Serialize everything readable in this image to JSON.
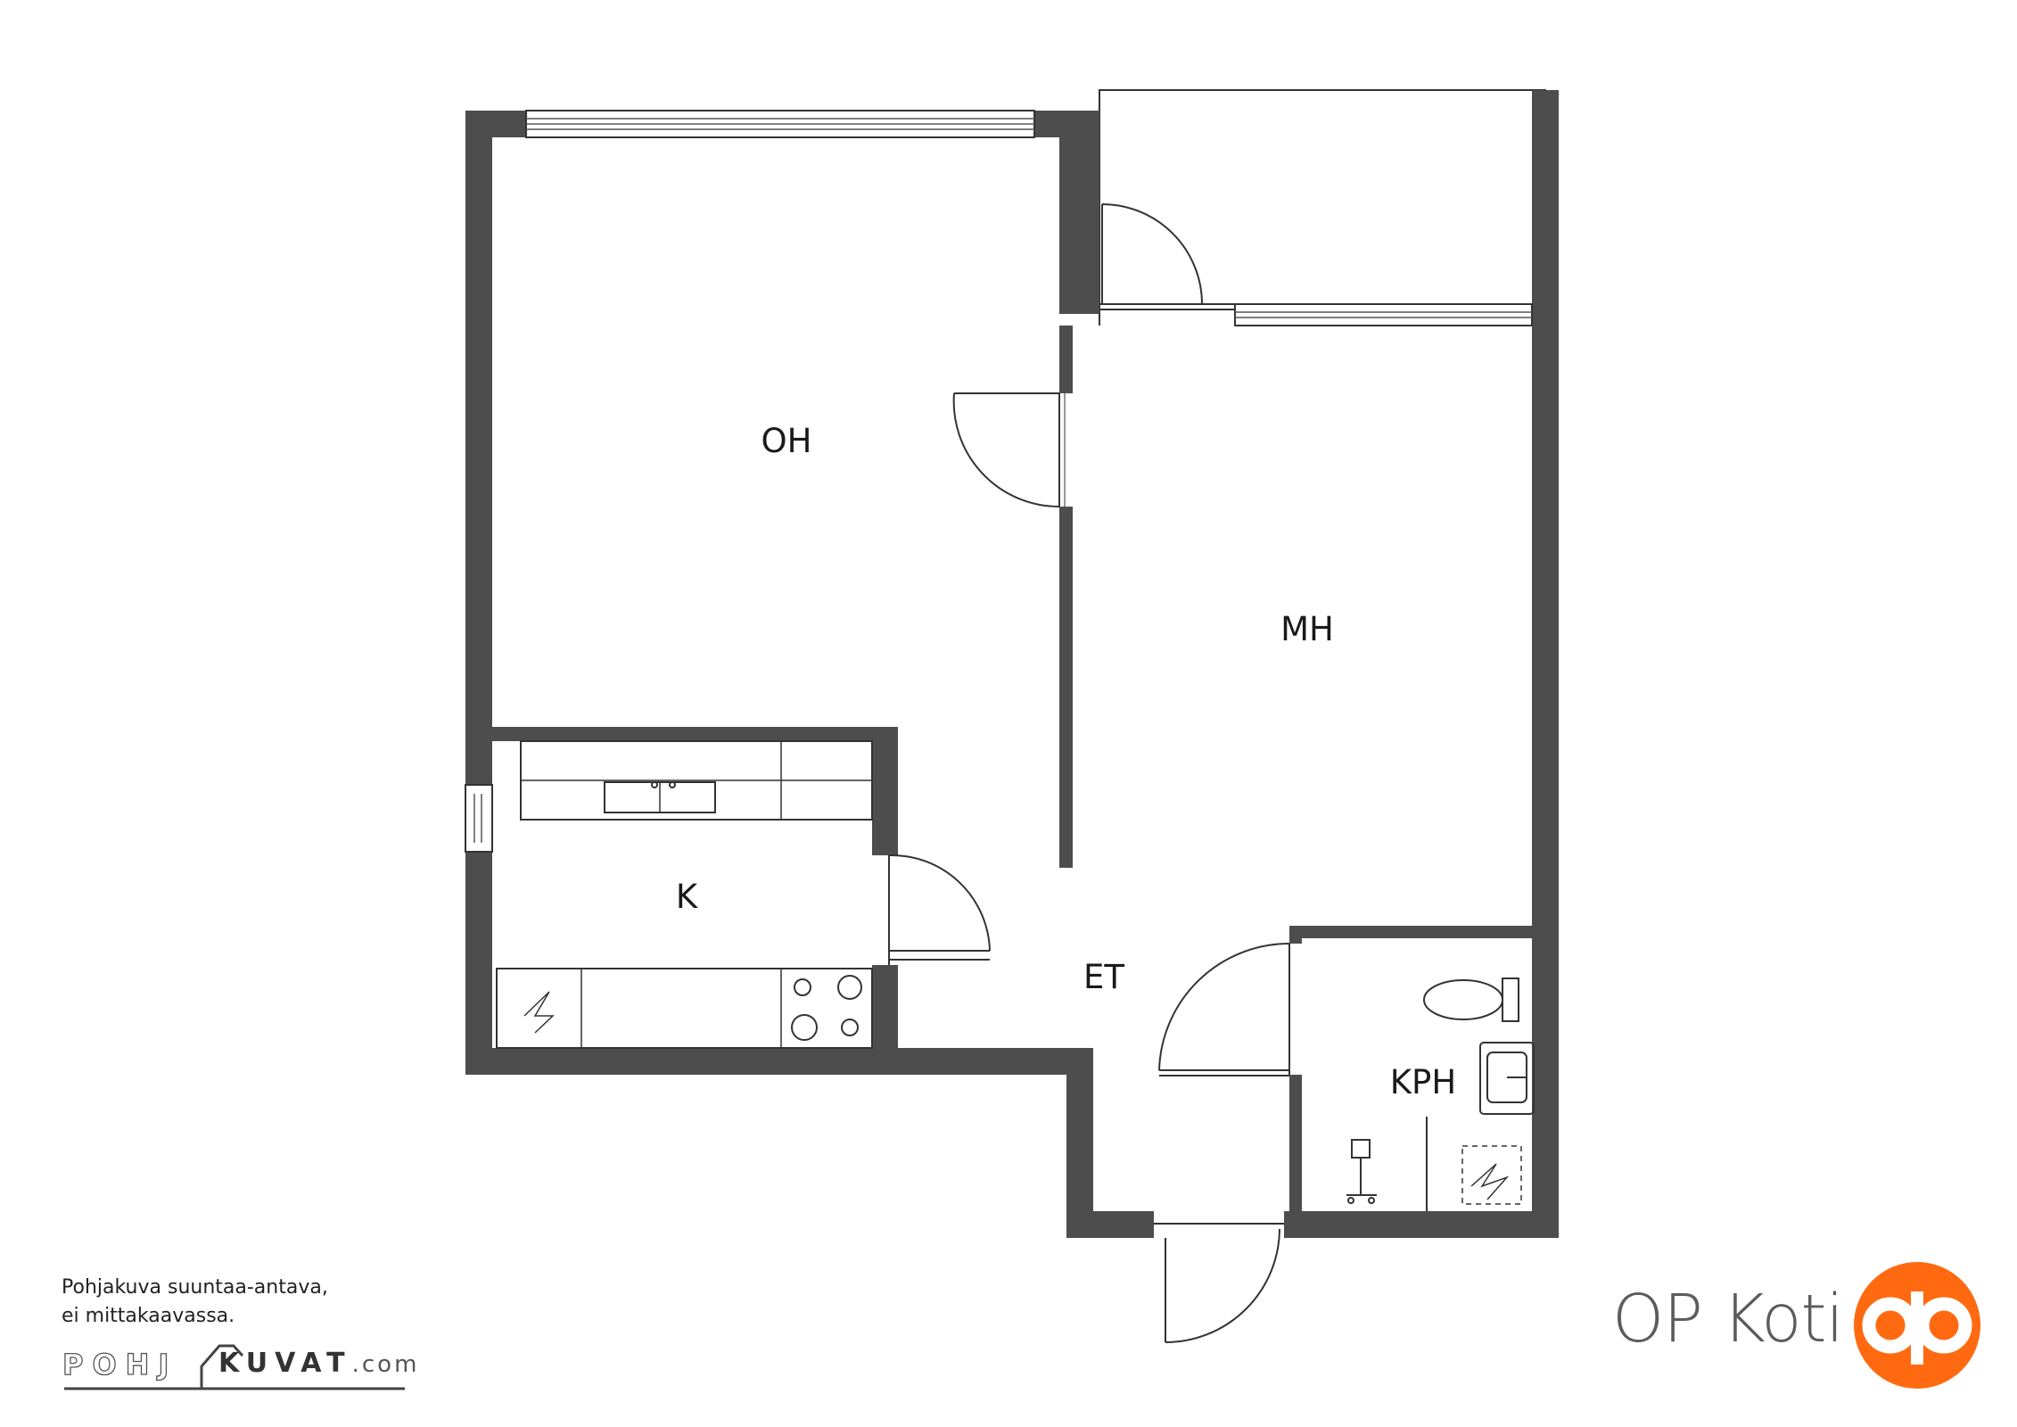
{
  "rooms": {
    "oh": "OH",
    "mh": "MH",
    "k": "K",
    "et": "ET",
    "kph": "KPH"
  },
  "disclaimer": {
    "line1": "Pohjakuva suuntaa-antava,",
    "line2": "ei mittakaavassa."
  },
  "pohjakuvat_logo": {
    "prefix": "POHJ",
    "suffix": "KUVAT",
    "domain": ".com"
  },
  "brand": {
    "name": "OP Koti",
    "color": "#ff6a10"
  }
}
